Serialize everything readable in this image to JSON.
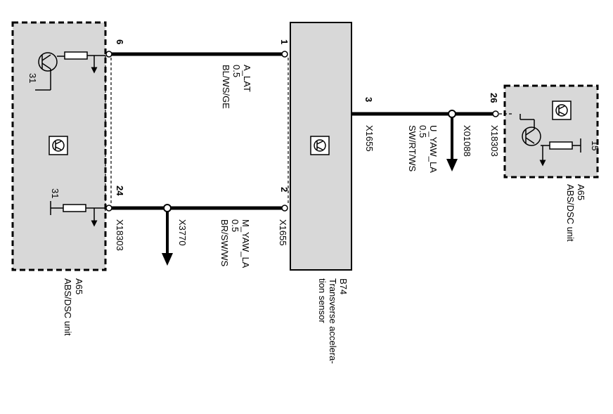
{
  "components": {
    "abs_left": {
      "code": "A65",
      "name": "ABS/DSC unit",
      "connector": "X18303",
      "pin_top": "6",
      "pin_bottom": "24",
      "ground_pin": "31",
      "ground_pin_top": "31"
    },
    "sensor": {
      "code": "B74",
      "name_line1": "Transverse accelera-",
      "name_line2": "tion sensor",
      "connector_left": "X1655",
      "connector_right": "X1655",
      "pin1": "1",
      "pin2": "2",
      "pin3": "3"
    },
    "abs_right": {
      "code": "A65",
      "name": "ABS/DSC unit",
      "connector": "X18303",
      "pin": "26",
      "supply_pin": "15"
    }
  },
  "wires": {
    "a_lat": {
      "signal": "A_LAT",
      "size": "0.5",
      "color": "BL/WS/GE"
    },
    "m_yaw": {
      "signal": "M_YAW_LA",
      "size": "0.5",
      "color": "BR/SW/WS",
      "splice": "X3770"
    },
    "u_yaw": {
      "signal": "U_YAW_LA",
      "size": "0.5",
      "color": "SW/RT/WS",
      "splice": "X01088"
    }
  },
  "colors": {
    "fill": "#d8d8d8",
    "line": "#000000"
  }
}
